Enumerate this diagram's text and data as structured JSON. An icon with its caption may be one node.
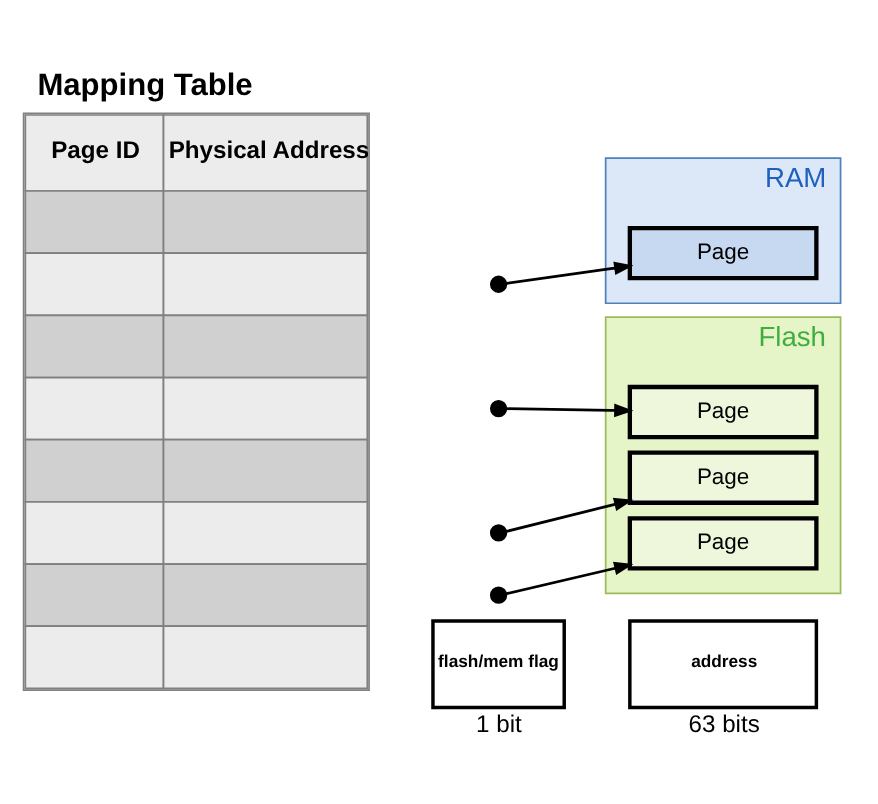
{
  "diagram": {
    "title": "Mapping Table",
    "nodes": [
      {
        "text": [
          "RAM"
        ]
      },
      {
        "text": [
          "Page"
        ],
        "in": 0
      },
      {
        "text": [
          "Flash"
        ]
      },
      {
        "text": [
          "Page"
        ],
        "in": 2
      },
      {
        "text": [
          "Page"
        ],
        "in": 2
      },
      {
        "text": [
          "Page"
        ],
        "in": 2
      },
      {
        "text": [],
        "shape": "circle"
      },
      {
        "text": [],
        "shape": "circle"
      },
      {
        "text": [],
        "shape": "circle"
      },
      {
        "text": [],
        "shape": "circle"
      },
      {
        "text": [
          "flash/mem flag"
        ],
        "beside": [
          "1 bit"
        ]
      },
      {
        "text": [
          "address"
        ],
        "beside": [
          "63 bits"
        ]
      }
    ],
    "edges": [
      {
        "from": 6,
        "to": 1,
        "arrow": "to"
      },
      {
        "from": 7,
        "to": 3,
        "arrow": "to"
      },
      {
        "from": 8,
        "to": 4,
        "arrow": "to"
      },
      {
        "from": 9,
        "to": 5,
        "arrow": "to"
      }
    ],
    "labels": [
      "Page ID",
      "Physical Address"
    ]
  }
}
